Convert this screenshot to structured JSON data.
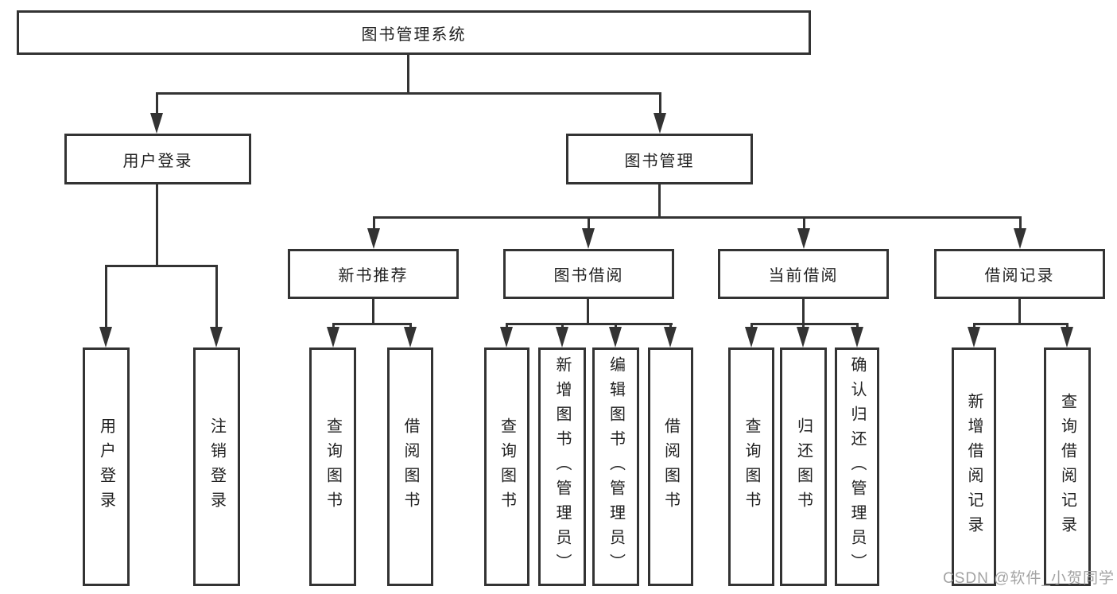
{
  "diagram": {
    "root": {
      "label": "图书管理系统",
      "children": [
        {
          "label": "用户登录",
          "children": [
            {
              "label": "用户登录"
            },
            {
              "label": "注销登录"
            }
          ]
        },
        {
          "label": "图书管理",
          "children": [
            {
              "label": "新书推荐",
              "children": [
                {
                  "label": "查询图书"
                },
                {
                  "label": "借阅图书"
                }
              ]
            },
            {
              "label": "图书借阅",
              "children": [
                {
                  "label": "查询图书"
                },
                {
                  "label": "新增图书（管理员）"
                },
                {
                  "label": "编辑图书（管理员）"
                },
                {
                  "label": "借阅图书"
                }
              ]
            },
            {
              "label": "当前借阅",
              "children": [
                {
                  "label": "查询图书"
                },
                {
                  "label": "归还图书"
                },
                {
                  "label": "确认归还（管理员）"
                }
              ]
            },
            {
              "label": "借阅记录",
              "children": [
                {
                  "label": "新增借阅记录"
                },
                {
                  "label": "查询借阅记录"
                }
              ]
            }
          ]
        }
      ]
    },
    "watermark": "CSDN @软件_小贺同学",
    "colors": {
      "line": "#333333",
      "text": "#1f1f1f",
      "watermark": "#a3a3a3",
      "background": "#ffffff"
    }
  }
}
